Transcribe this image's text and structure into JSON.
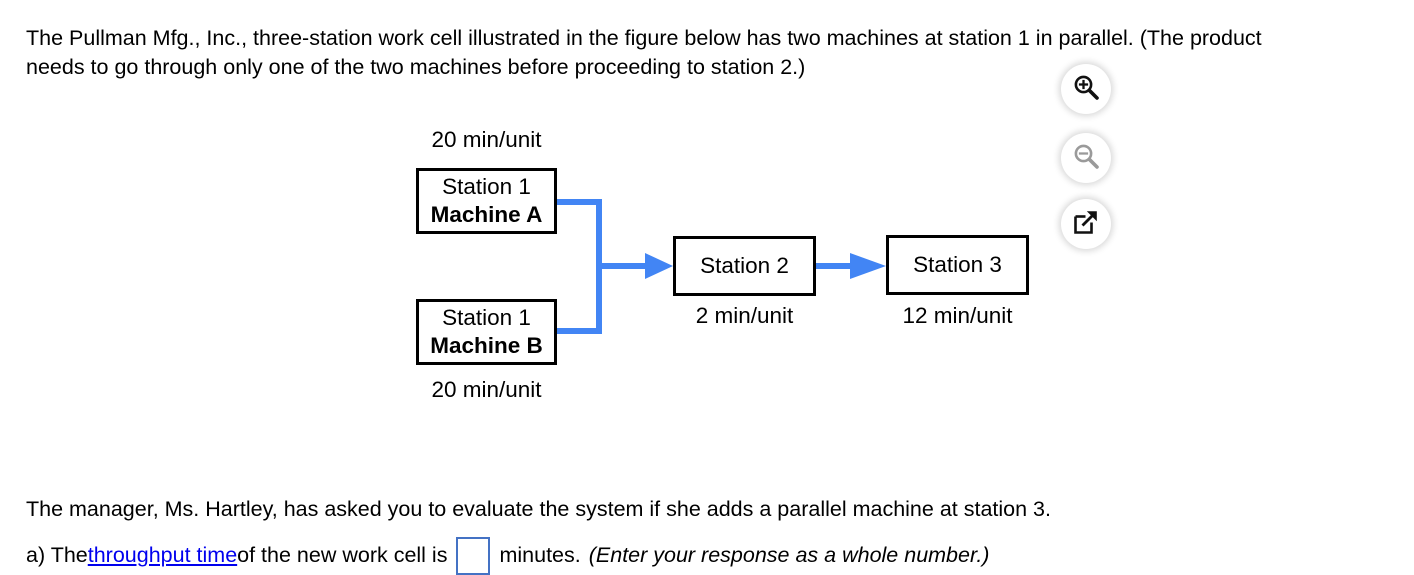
{
  "problem": {
    "statement": "The Pullman Mfg., Inc., three-station work cell illustrated in the figure below has two machines at station 1 in parallel. (The product needs to go through only one of the two machines before proceeding to station 2.)",
    "manager_note": "The manager, Ms. Hartley, has asked you to evaluate the system if she adds a parallel machine at station 3."
  },
  "figure": {
    "toolbar": {
      "zoom_in_icon": "zoom-in-icon",
      "zoom_out_icon": "zoom-out-icon",
      "popout_icon": "open-in-new-window-icon"
    },
    "nodes": [
      {
        "id": "station1-machine-a",
        "title": "Station 1",
        "machine": "Machine A",
        "rate": "20 min/unit",
        "rate_position": "above"
      },
      {
        "id": "station1-machine-b",
        "title": "Station 1",
        "machine": "Machine B",
        "rate": "20 min/unit",
        "rate_position": "below"
      },
      {
        "id": "station2",
        "title": "Station 2",
        "machine": "",
        "rate": "2 min/unit",
        "rate_position": "below"
      },
      {
        "id": "station3",
        "title": "Station 3",
        "machine": "",
        "rate": "12 min/unit",
        "rate_position": "below"
      }
    ],
    "connector_color": "#4285F4",
    "box_border_color": "#000000"
  },
  "answer": {
    "prefix_a": "a) The ",
    "link_text": "throughput time",
    "middle": " of the new work cell is ",
    "unit": "minutes.",
    "hint": "(Enter your response as a whole number.)",
    "input_value": "",
    "input_placeholder": ""
  }
}
